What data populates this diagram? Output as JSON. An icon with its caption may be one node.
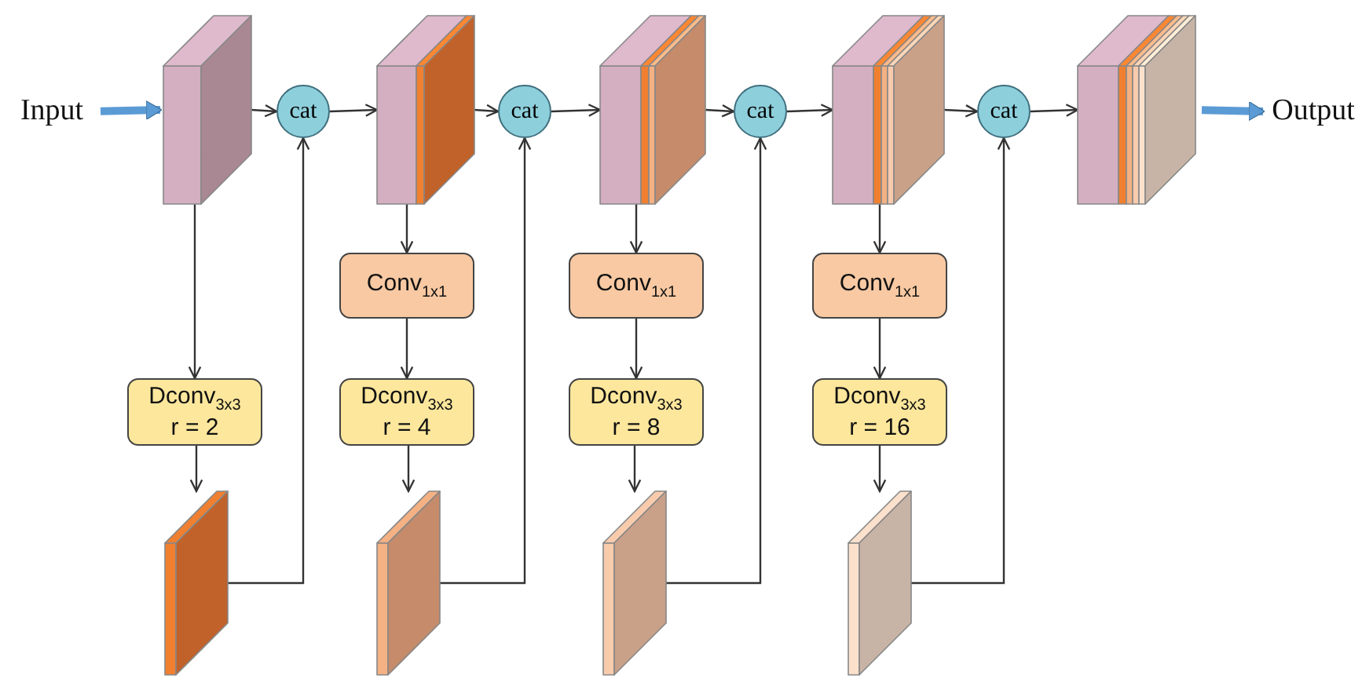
{
  "diagram": {
    "nodes": [
      {
        "text": [
          "Input"
        ]
      },
      {
        "text": [],
        "shape": "cuboid"
      },
      {
        "text": [
          "cat"
        ]
      },
      {
        "text": [],
        "shape": "cuboid"
      },
      {
        "text": [
          "cat"
        ]
      },
      {
        "text": [],
        "shape": "cuboid"
      },
      {
        "text": [
          "cat"
        ]
      },
      {
        "text": [],
        "shape": "cuboid"
      },
      {
        "text": [
          "cat"
        ]
      },
      {
        "text": [],
        "shape": "cuboid"
      },
      {
        "text": [
          "Output"
        ]
      },
      {
        "text": [
          "Dconv$_{3x3}$ r = 2"
        ]
      },
      {
        "text": [],
        "shape": "plate"
      },
      {
        "text": [
          "Conv$_{1x1}$"
        ]
      },
      {
        "text": [
          "Dconv$_{3x3}$ r = 4"
        ]
      },
      {
        "text": [],
        "shape": "plate"
      },
      {
        "text": [
          "Conv$_{1x1}$"
        ]
      },
      {
        "text": [
          "Dconv$_{3x3}$ r = 8"
        ]
      },
      {
        "text": [],
        "shape": "plate"
      },
      {
        "text": [
          "Conv$_{1x1}$"
        ]
      },
      {
        "text": [
          "Dconv$_{3x3}$ r = 16"
        ]
      },
      {
        "text": [],
        "shape": "plate"
      }
    ],
    "edges": [
      {
        "from": 0,
        "to": 1,
        "arrow": "to",
        "style": "thick",
        "color": "#5b9bd5"
      },
      {
        "from": 1,
        "to": 2,
        "arrow": "to"
      },
      {
        "from": 2,
        "to": 3,
        "arrow": "to"
      },
      {
        "from": 3,
        "to": 4,
        "arrow": "to"
      },
      {
        "from": 4,
        "to": 5,
        "arrow": "to"
      },
      {
        "from": 5,
        "to": 6,
        "arrow": "to"
      },
      {
        "from": 6,
        "to": 7,
        "arrow": "to"
      },
      {
        "from": 7,
        "to": 8,
        "arrow": "to"
      },
      {
        "from": 8,
        "to": 9,
        "arrow": "to"
      },
      {
        "from": 9,
        "to": 10,
        "arrow": "to",
        "style": "thick",
        "color": "#5b9bd5"
      },
      {
        "from": 1,
        "to": 11,
        "arrow": "to"
      },
      {
        "from": 11,
        "to": 12,
        "arrow": "to"
      },
      {
        "from": 12,
        "to": 2,
        "arrow": "to"
      },
      {
        "from": 3,
        "to": 13,
        "arrow": "to"
      },
      {
        "from": 13,
        "to": 14,
        "arrow": "to"
      },
      {
        "from": 14,
        "to": 15,
        "arrow": "to"
      },
      {
        "from": 15,
        "to": 4,
        "arrow": "to"
      },
      {
        "from": 5,
        "to": 16,
        "arrow": "to"
      },
      {
        "from": 16,
        "to": 17,
        "arrow": "to"
      },
      {
        "from": 17,
        "to": 18,
        "arrow": "to"
      },
      {
        "from": 18,
        "to": 6,
        "arrow": "to"
      },
      {
        "from": 7,
        "to": 19,
        "arrow": "to"
      },
      {
        "from": 19,
        "to": 20,
        "arrow": "to"
      },
      {
        "from": 20,
        "to": 21,
        "arrow": "to"
      },
      {
        "from": 21,
        "to": 8,
        "arrow": "to"
      }
    ]
  }
}
